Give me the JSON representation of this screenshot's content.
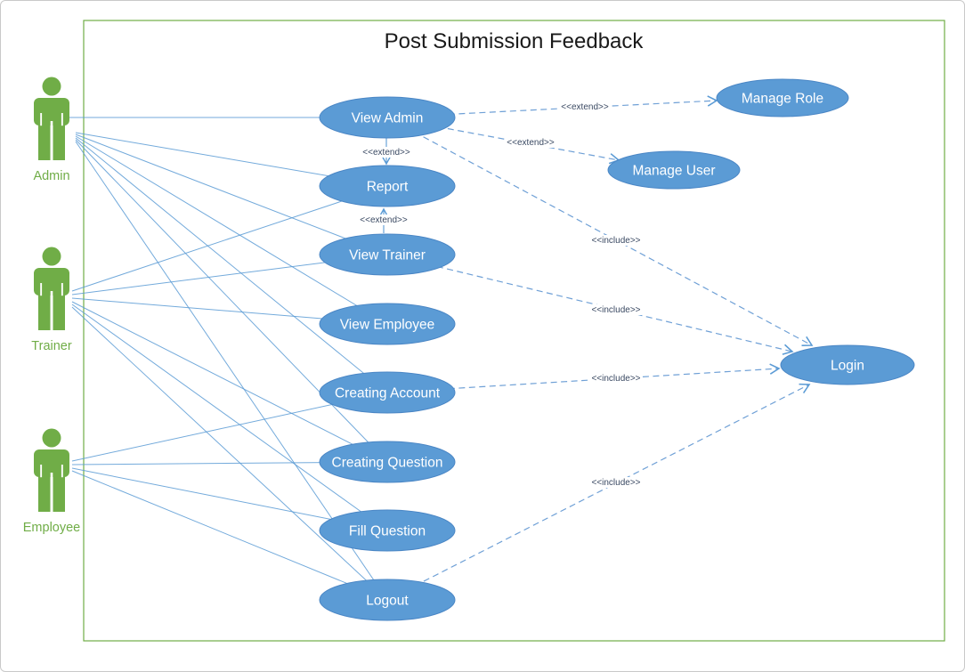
{
  "diagram": {
    "title": "Post Submission Feedback",
    "actors": [
      {
        "name": "Admin"
      },
      {
        "name": "Trainer"
      },
      {
        "name": "Employee"
      }
    ],
    "use_cases": {
      "view_admin": "View Admin",
      "report": "Report",
      "view_trainer": "View Trainer",
      "view_employee": "View Employee",
      "creating_account": "Creating Account",
      "creating_question": "Creating Question",
      "fill_question": "Fill Question",
      "logout": "Logout",
      "manage_role": "Manage Role",
      "manage_user": "Manage User",
      "login": "Login"
    },
    "stereotypes": {
      "extend": "<<extend>>",
      "include": "<<include>>"
    },
    "relationships": {
      "associations": [
        {
          "from": "Admin",
          "to": [
            "View Admin",
            "Report",
            "View Trainer",
            "View Employee",
            "Creating Account",
            "Creating Question",
            "Logout"
          ]
        },
        {
          "from": "Trainer",
          "to": [
            "Report",
            "View Trainer",
            "View Employee",
            "Creating Question",
            "Fill Question",
            "Logout"
          ]
        },
        {
          "from": "Employee",
          "to": [
            "Creating Account",
            "Creating Question",
            "Fill Question",
            "Logout"
          ]
        }
      ],
      "extends": [
        {
          "from": "View Admin",
          "to": "Manage Role"
        },
        {
          "from": "View Admin",
          "to": "Manage User"
        },
        {
          "from": "View Admin",
          "to": "Report"
        },
        {
          "from": "View Trainer",
          "to": "Report"
        }
      ],
      "includes": [
        {
          "from": "View Admin",
          "to": "Login"
        },
        {
          "from": "View Trainer",
          "to": "Login"
        },
        {
          "from": "Creating Account",
          "to": "Login"
        },
        {
          "from": "Logout",
          "to": "Login"
        }
      ]
    },
    "colors": {
      "actor_green": "#70AD47",
      "boundary_green": "#70AD47",
      "usecase_fill": "#5B9BD5",
      "usecase_border": "#4A86C5",
      "connector_blue": "#5B9BD5",
      "stereotype_text": "#3b4a63",
      "title_text": "#1a1a1a"
    }
  }
}
